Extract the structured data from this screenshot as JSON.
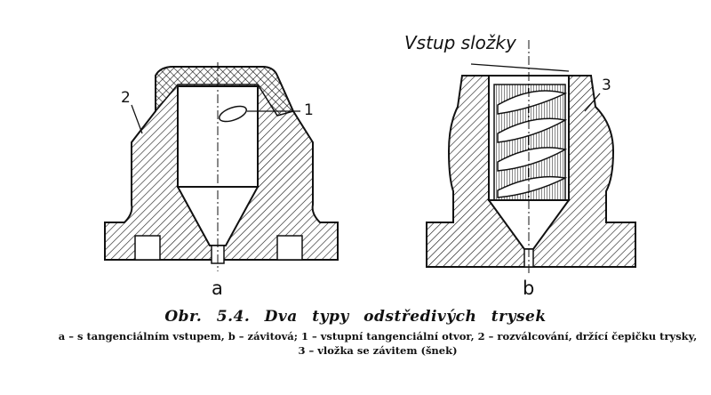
{
  "figure": {
    "inlet_label": "Vstup složky",
    "markers": {
      "m1": "1",
      "m2": "2",
      "m3": "3"
    },
    "sub_a": "a",
    "sub_b": "b",
    "title": "Obr. 5.4. Dva typy odstředivých trysek",
    "caption": "a – s tangenciálním vstupem, b – závitová; 1 – vstupní tangenciální otvor, 2 – rozválcování, držící čepičku trysky, 3 – vložka se závitem (šnek)"
  }
}
